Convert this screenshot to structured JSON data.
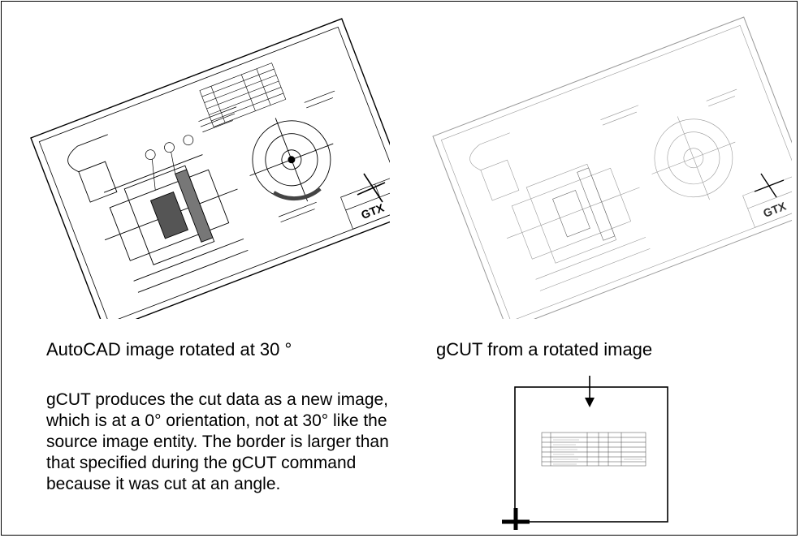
{
  "captions": {
    "left": "AutoCAD image rotated at 30 °",
    "right": "gCUT from a rotated image"
  },
  "paragraph": {
    "lines": [
      "gCUT produces the cut data as a new image,",
      "which is at a 0° orientation, not at 30° like the",
      "source image entity. The border is larger than",
      "that specified during the gCUT command",
      "because it was cut at an angle."
    ]
  },
  "logo_text": "GTX"
}
